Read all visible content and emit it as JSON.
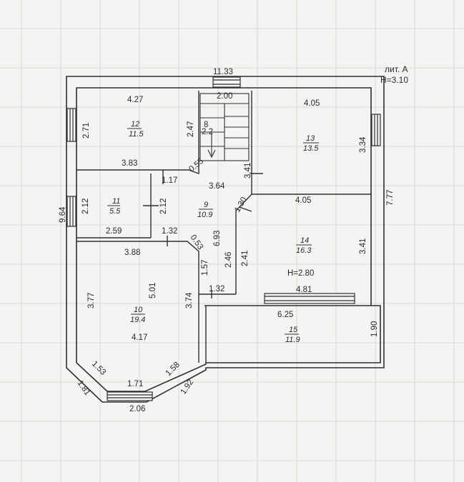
{
  "header": {
    "lit": "лит. А",
    "height": "Н=3.10"
  },
  "stair_mark": "8",
  "rooms": [
    {
      "id": "r12a",
      "number": "12",
      "area": "11.5"
    },
    {
      "id": "r13",
      "number": "13",
      "area": "13.5"
    },
    {
      "id": "r11",
      "number": "11",
      "area": "5.5"
    },
    {
      "id": "r9",
      "number": "9",
      "area": "10.9"
    },
    {
      "id": "r14",
      "number": "14",
      "area": "16.3"
    },
    {
      "id": "r10",
      "number": "10",
      "area": "19.4"
    },
    {
      "id": "r15",
      "number": "15",
      "area": "11.9"
    }
  ],
  "dims": {
    "top_overall": "11.33",
    "stair_width": "2.00",
    "r12_top": "4.27",
    "r12_left": "2.71",
    "r12_right": "2.47",
    "r12_bottom": "3.83",
    "stair_area": "2.2",
    "r13_top": "4.05",
    "r13_right": "3.34",
    "r13_left": "3.41",
    "left_overall": "9.64",
    "right_overall": "7.77",
    "r11_left": "2.12",
    "r11_right": "2.12",
    "r11_bottom": "2.59",
    "c1": "1.17",
    "c2": "0.55",
    "r9_top": "3.64",
    "r9_diag": "1.30",
    "r14_top": "4.05",
    "r9_1": "1.32",
    "r9_2": "0.53",
    "r9_long": "6.93",
    "r14_left1": "2.46",
    "r14_left2": "2.41",
    "r14_right": "3.41",
    "r14_height": "Н=2.80",
    "r10_top": "3.88",
    "r10_diag": "5.01",
    "r10_left": "3.77",
    "r10_right": "3.74",
    "v157": "1.57",
    "h132": "1.32",
    "r14_bottom": "4.81",
    "r15_top": "6.25",
    "r15_right": "1.90",
    "r10_mid": "4.17",
    "bay_left": "1.53",
    "bay_right": "1.58",
    "bay_bottom": "1.71",
    "out_left": "1.81",
    "out_bottom": "2.06",
    "out_right": "1.92"
  },
  "colors": {
    "line": "#2f2f2f",
    "grid": "#c9ccd0",
    "paper": "#f4f4f2"
  }
}
